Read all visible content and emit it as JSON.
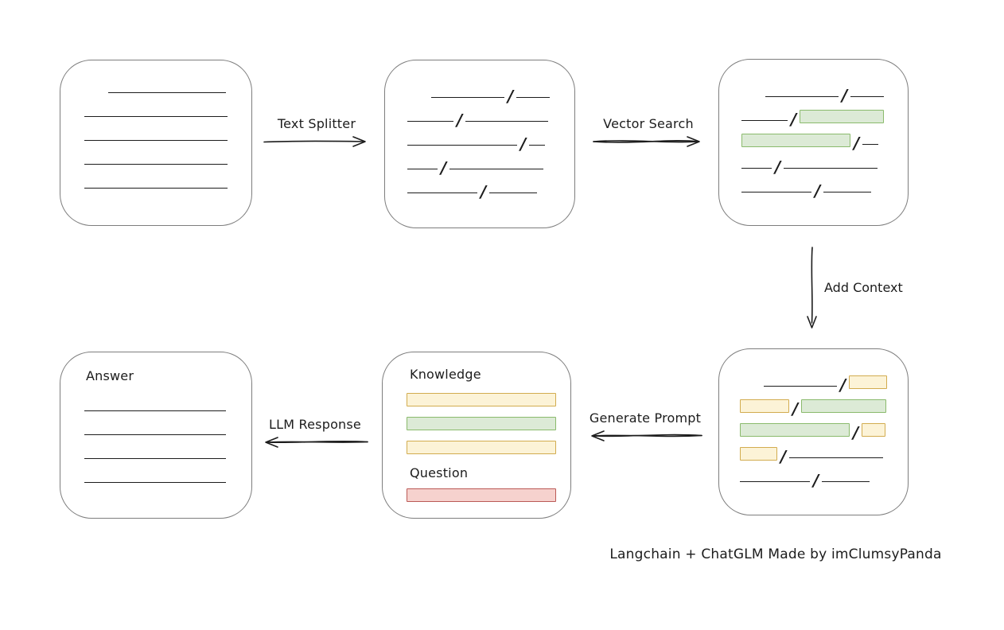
{
  "diagram": {
    "caption": "Langchain + ChatGLM Made by imClumsyPanda",
    "slash_separator": "/",
    "labels": {
      "text_splitter": "Text Splitter",
      "vector_search": "Vector Search",
      "add_context": "Add Context",
      "generate_prompt": "Generate Prompt",
      "llm_response": "LLM Response",
      "knowledge": "Knowledge",
      "question": "Question",
      "answer": "Answer"
    },
    "colors": {
      "line": "#1c1c1c",
      "box_border": "#7d7d7d",
      "green_fill": "#dcead6",
      "green_border": "#8aba6c",
      "yellow_fill": "#fcf3d7",
      "yellow_border": "#d2ac4f",
      "red_fill": "#f6d2ce",
      "red_border": "#bb5a56"
    },
    "boxes": {
      "document": {
        "rows": [
          [
            {
              "kind": "space",
              "w": 30
            },
            {
              "kind": "line",
              "w": 148
            }
          ],
          [
            {
              "kind": "line",
              "w": 180
            }
          ],
          [
            {
              "kind": "line",
              "w": 180
            }
          ],
          [
            {
              "kind": "line",
              "w": 180
            }
          ],
          [
            {
              "kind": "line",
              "w": 180
            }
          ]
        ]
      },
      "chunks": {
        "rows": [
          [
            {
              "kind": "space",
              "w": 30
            },
            {
              "kind": "line",
              "w": 92
            },
            {
              "kind": "slash"
            },
            {
              "kind": "line",
              "w": 42
            }
          ],
          [
            {
              "kind": "line",
              "w": 58
            },
            {
              "kind": "slash"
            },
            {
              "kind": "line",
              "w": 104
            }
          ],
          [
            {
              "kind": "line",
              "w": 138
            },
            {
              "kind": "slash"
            },
            {
              "kind": "line",
              "w": 20
            }
          ],
          [
            {
              "kind": "line",
              "w": 38
            },
            {
              "kind": "slash"
            },
            {
              "kind": "line",
              "w": 118
            }
          ],
          [
            {
              "kind": "line",
              "w": 88
            },
            {
              "kind": "slash"
            },
            {
              "kind": "line",
              "w": 60
            }
          ]
        ]
      },
      "vector_matches": {
        "rows": [
          [
            {
              "kind": "space",
              "w": 30
            },
            {
              "kind": "line",
              "w": 92
            },
            {
              "kind": "slash"
            },
            {
              "kind": "line",
              "w": 42
            }
          ],
          [
            {
              "kind": "line",
              "w": 58
            },
            {
              "kind": "slash"
            },
            {
              "kind": "green",
              "w": 106
            }
          ],
          [
            {
              "kind": "green",
              "w": 137
            },
            {
              "kind": "slash"
            },
            {
              "kind": "line",
              "w": 20
            }
          ],
          [
            {
              "kind": "line",
              "w": 38
            },
            {
              "kind": "slash"
            },
            {
              "kind": "line",
              "w": 118
            }
          ],
          [
            {
              "kind": "line",
              "w": 88
            },
            {
              "kind": "slash"
            },
            {
              "kind": "line",
              "w": 60
            }
          ]
        ]
      },
      "context_chunks": {
        "rows": [
          [
            {
              "kind": "space",
              "w": 30
            },
            {
              "kind": "line",
              "w": 92
            },
            {
              "kind": "slash"
            },
            {
              "kind": "yellow",
              "w": 48
            }
          ],
          [
            {
              "kind": "yellow",
              "w": 62
            },
            {
              "kind": "slash"
            },
            {
              "kind": "green",
              "w": 107
            }
          ],
          [
            {
              "kind": "green",
              "w": 138
            },
            {
              "kind": "slash"
            },
            {
              "kind": "yellow",
              "w": 30
            }
          ],
          [
            {
              "kind": "yellow",
              "w": 47
            },
            {
              "kind": "slash"
            },
            {
              "kind": "line",
              "w": 118
            }
          ],
          [
            {
              "kind": "line",
              "w": 88
            },
            {
              "kind": "slash"
            },
            {
              "kind": "line",
              "w": 60
            }
          ]
        ]
      },
      "prompt": {
        "knowledge_bars": [
          {
            "kind": "yellow",
            "w": 188
          },
          {
            "kind": "green",
            "w": 188
          },
          {
            "kind": "yellow",
            "w": 188
          }
        ],
        "question_bars": [
          {
            "kind": "red",
            "w": 188
          }
        ]
      },
      "answer": {
        "rows": [
          [
            {
              "kind": "line",
              "w": 178
            }
          ],
          [
            {
              "kind": "line",
              "w": 178
            }
          ],
          [
            {
              "kind": "line",
              "w": 178
            }
          ],
          [
            {
              "kind": "line",
              "w": 178
            }
          ]
        ]
      }
    }
  }
}
